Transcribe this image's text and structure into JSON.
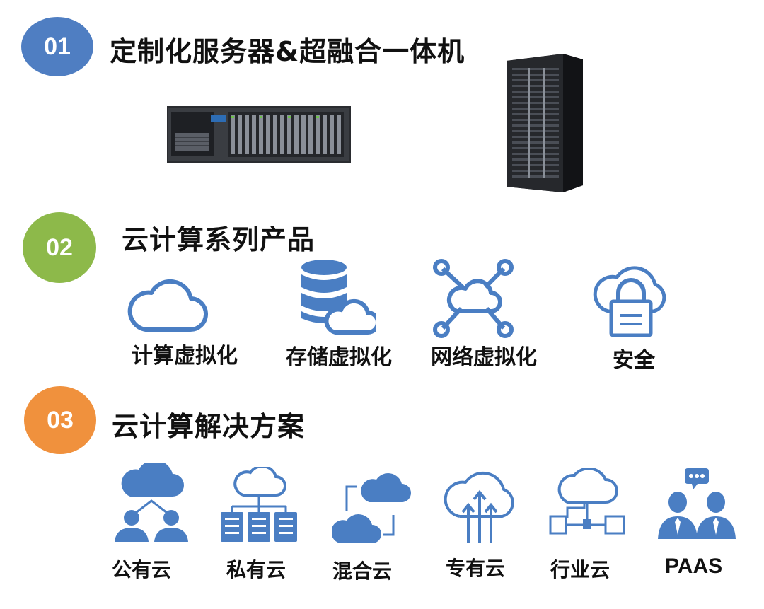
{
  "sections": [
    {
      "number": "01",
      "title": "定制化服务器&超融合一体机",
      "color": "#4F7EC2"
    },
    {
      "number": "02",
      "title": "云计算系列产品",
      "color": "#8DB94A"
    },
    {
      "number": "03",
      "title": "云计算解决方案",
      "color": "#F0913D"
    }
  ],
  "products": [
    {
      "label": "计算虚拟化",
      "icon": "cloud-outline-icon"
    },
    {
      "label": "存储虚拟化",
      "icon": "database-cloud-icon"
    },
    {
      "label": "网络虚拟化",
      "icon": "network-cloud-icon"
    },
    {
      "label": "安全",
      "icon": "cloud-lock-icon"
    }
  ],
  "solutions": [
    {
      "label": "公有云",
      "icon": "public-cloud-icon"
    },
    {
      "label": "私有云",
      "icon": "private-cloud-icon"
    },
    {
      "label": "混合云",
      "icon": "hybrid-cloud-icon"
    },
    {
      "label": "专有云",
      "icon": "dedicated-cloud-icon"
    },
    {
      "label": "行业云",
      "icon": "industry-cloud-icon"
    },
    {
      "label": "PAAS",
      "icon": "paas-people-icon"
    }
  ],
  "colors": {
    "icon_blue": "#4A7EC3"
  }
}
